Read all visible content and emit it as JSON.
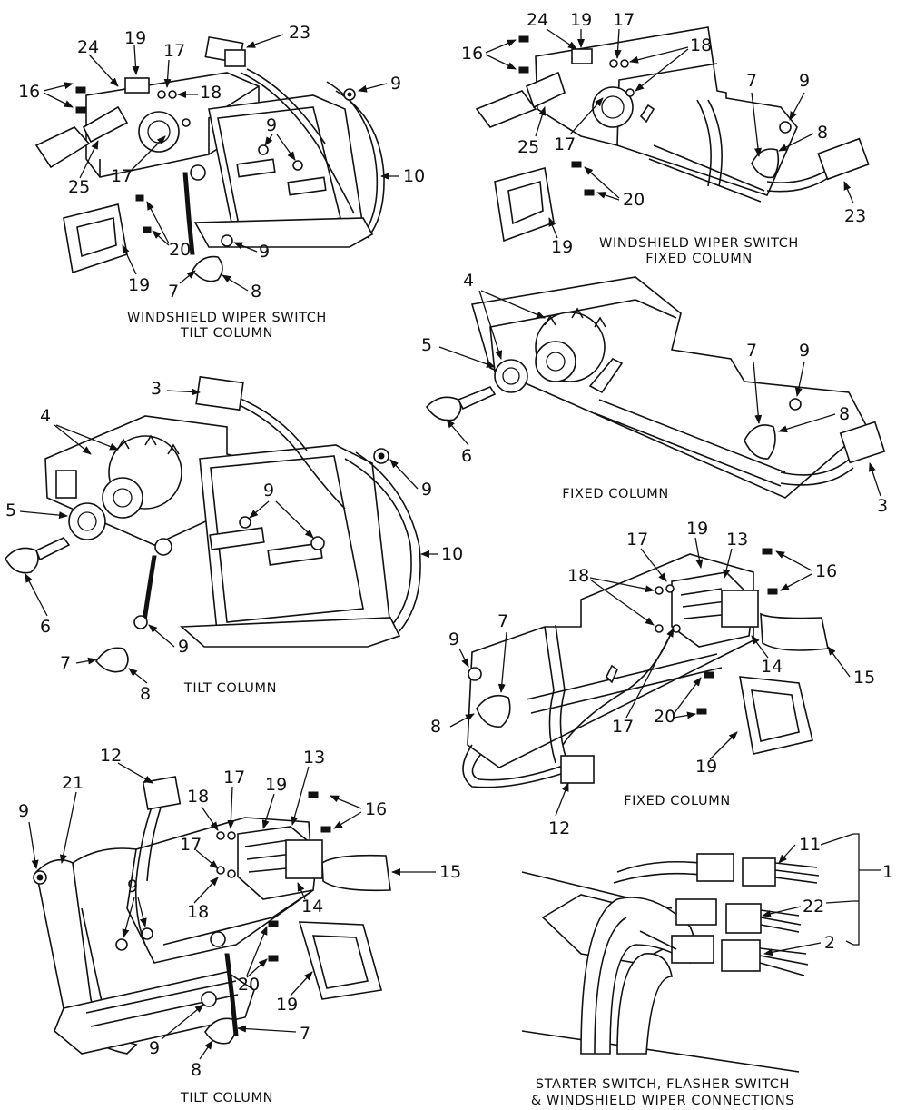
{
  "diagram": {
    "panels": [
      {
        "id": "wiper-tilt",
        "caption": [
          "WINDSHIELD WIPER SWITCH",
          "TILT COLUMN"
        ],
        "callouts": [
          "24",
          "19",
          "17",
          "23",
          "16",
          "18",
          "9",
          "17",
          "9",
          "25",
          "10",
          "20",
          "9",
          "19",
          "7",
          "8"
        ]
      },
      {
        "id": "wiper-fixed",
        "caption": [
          "WINDSHIELD WIPER SWITCH",
          "FIXED COLUMN"
        ],
        "callouts": [
          "24",
          "19",
          "17",
          "16",
          "18",
          "7",
          "9",
          "8",
          "25",
          "17",
          "20",
          "23",
          "19"
        ]
      },
      {
        "id": "starter-fixed",
        "caption": [
          "FIXED COLUMN"
        ],
        "callouts": [
          "4",
          "5",
          "7",
          "9",
          "8",
          "6",
          "3"
        ]
      },
      {
        "id": "starter-tilt",
        "caption": [
          "TILT COLUMN"
        ],
        "callouts": [
          "3",
          "4",
          "5",
          "9",
          "9",
          "10",
          "6",
          "9",
          "7",
          "8"
        ]
      },
      {
        "id": "flasher-fixed",
        "caption": [
          "FIXED COLUMN"
        ],
        "callouts": [
          "19",
          "13",
          "17",
          "16",
          "18",
          "7",
          "9",
          "14",
          "15",
          "8",
          "17",
          "20",
          "19",
          "12"
        ]
      },
      {
        "id": "flasher-tilt",
        "caption": [
          "TILT COLUMN"
        ],
        "callouts": [
          "12",
          "17",
          "13",
          "21",
          "19",
          "18",
          "16",
          "9",
          "17",
          "15",
          "9",
          "18",
          "14",
          "20",
          "19",
          "9",
          "7",
          "8"
        ]
      },
      {
        "id": "connections",
        "caption": [
          "STARTER SWITCH, FLASHER SWITCH",
          "& WINDSHIELD WIPER CONNECTIONS"
        ],
        "callouts": [
          "11",
          "1",
          "22",
          "2"
        ]
      }
    ]
  }
}
